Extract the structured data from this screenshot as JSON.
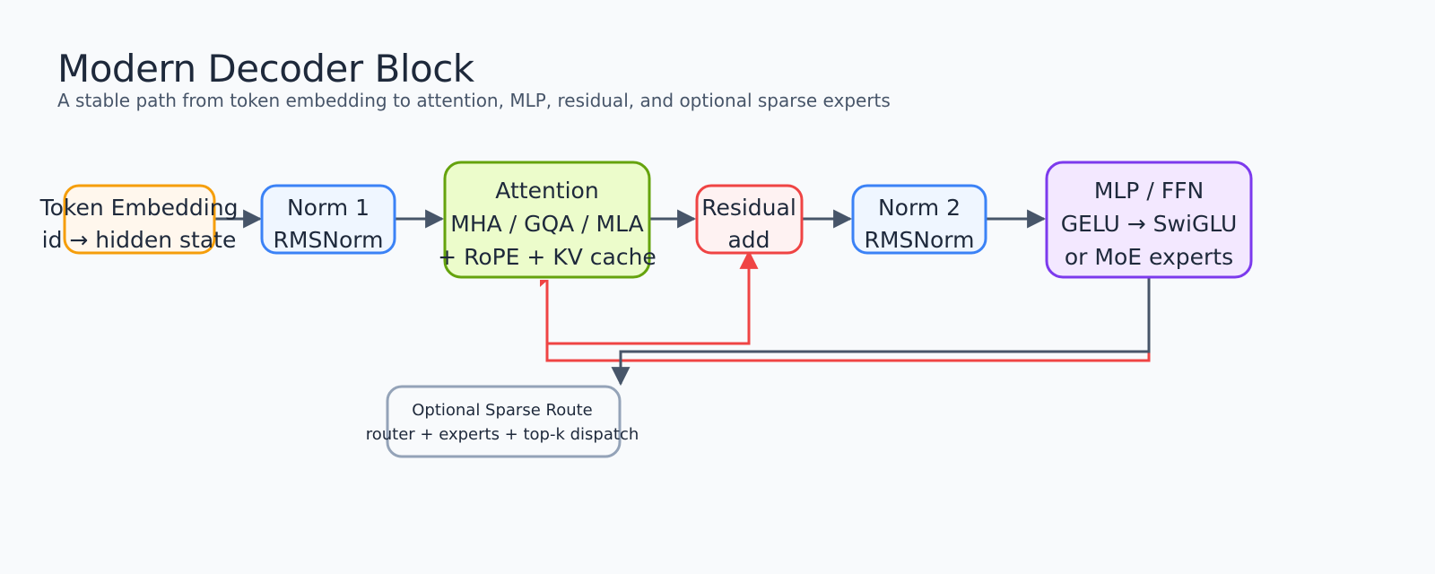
{
  "header": {
    "title": "Modern Decoder Block",
    "subtitle": "A stable path from token embedding to attention, MLP, residual, and optional sparse experts"
  },
  "nodes": {
    "embedding": {
      "line1": "Token Embedding",
      "line2": "id → hidden state"
    },
    "norm1": {
      "line1": "Norm 1",
      "line2": "RMSNorm"
    },
    "attention": {
      "line1": "Attention",
      "line2": "MHA / GQA / MLA",
      "line3": "+ RoPE + KV cache"
    },
    "residual": {
      "line1": "Residual",
      "line2": "add"
    },
    "norm2": {
      "line1": "Norm 2",
      "line2": "RMSNorm"
    },
    "mlp": {
      "line1": "MLP / FFN",
      "line2": "GELU → SwiGLU",
      "line3": "or MoE experts"
    },
    "sparse": {
      "line1": "Optional Sparse Route",
      "line2": "router + experts + top-k dispatch"
    }
  },
  "colors": {
    "embedding": {
      "stroke": "#f59e0b",
      "fill": "#fff7ed"
    },
    "norm": {
      "stroke": "#3b82f6",
      "fill": "#eff6ff"
    },
    "attention": {
      "stroke": "#65a30d",
      "fill": "#ecfccb"
    },
    "residual": {
      "stroke": "#ef4444",
      "fill": "#fef2f2"
    },
    "mlp": {
      "stroke": "#7c3aed",
      "fill": "#f3e8ff"
    },
    "sparse": {
      "stroke": "#94a3b8",
      "fill": "#f8fafc"
    },
    "edge": "#475569",
    "residual_edge": "#ef4444"
  }
}
